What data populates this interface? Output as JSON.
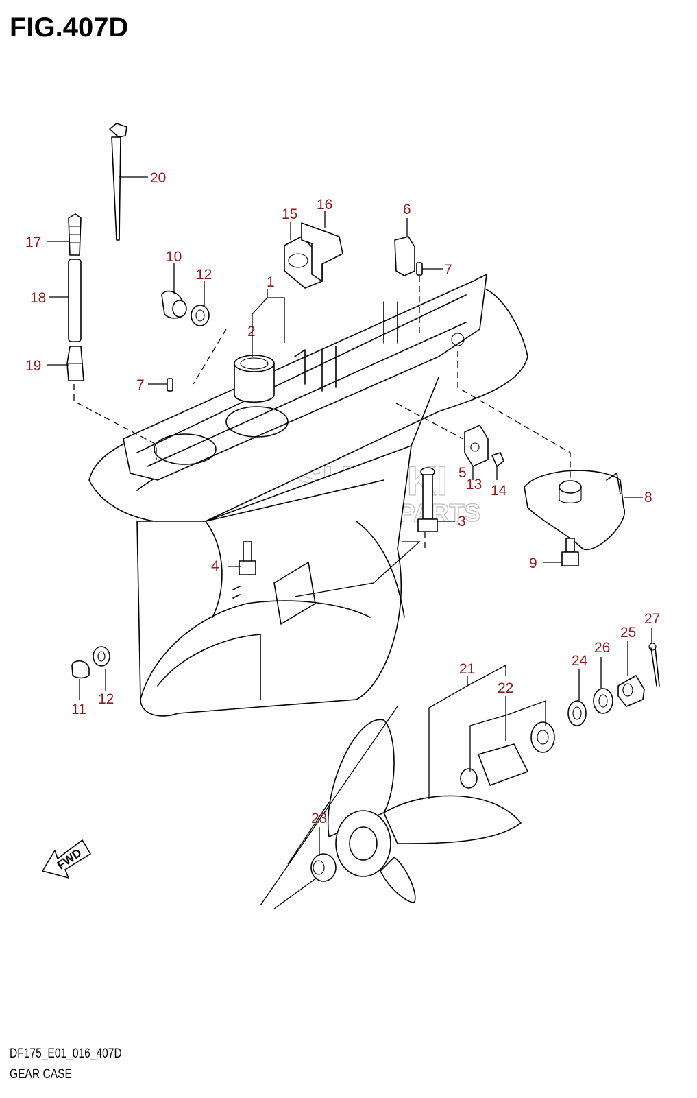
{
  "figure_title": "FIG.407D",
  "footer": {
    "code": "DF175_E01_016_407D",
    "name": "GEAR CASE"
  },
  "watermark": {
    "brand": "SUZUKI",
    "sub": "MARINE PARTS"
  },
  "fwd_label": "FWD",
  "callout_color": "#8b1a1a",
  "callouts": [
    "1",
    "2",
    "3",
    "4",
    "5",
    "6",
    "7",
    "7",
    "8",
    "9",
    "10",
    "11",
    "12",
    "12",
    "13",
    "14",
    "15",
    "16",
    "17",
    "18",
    "19",
    "20",
    "21",
    "22",
    "23",
    "24",
    "25",
    "26",
    "27"
  ]
}
